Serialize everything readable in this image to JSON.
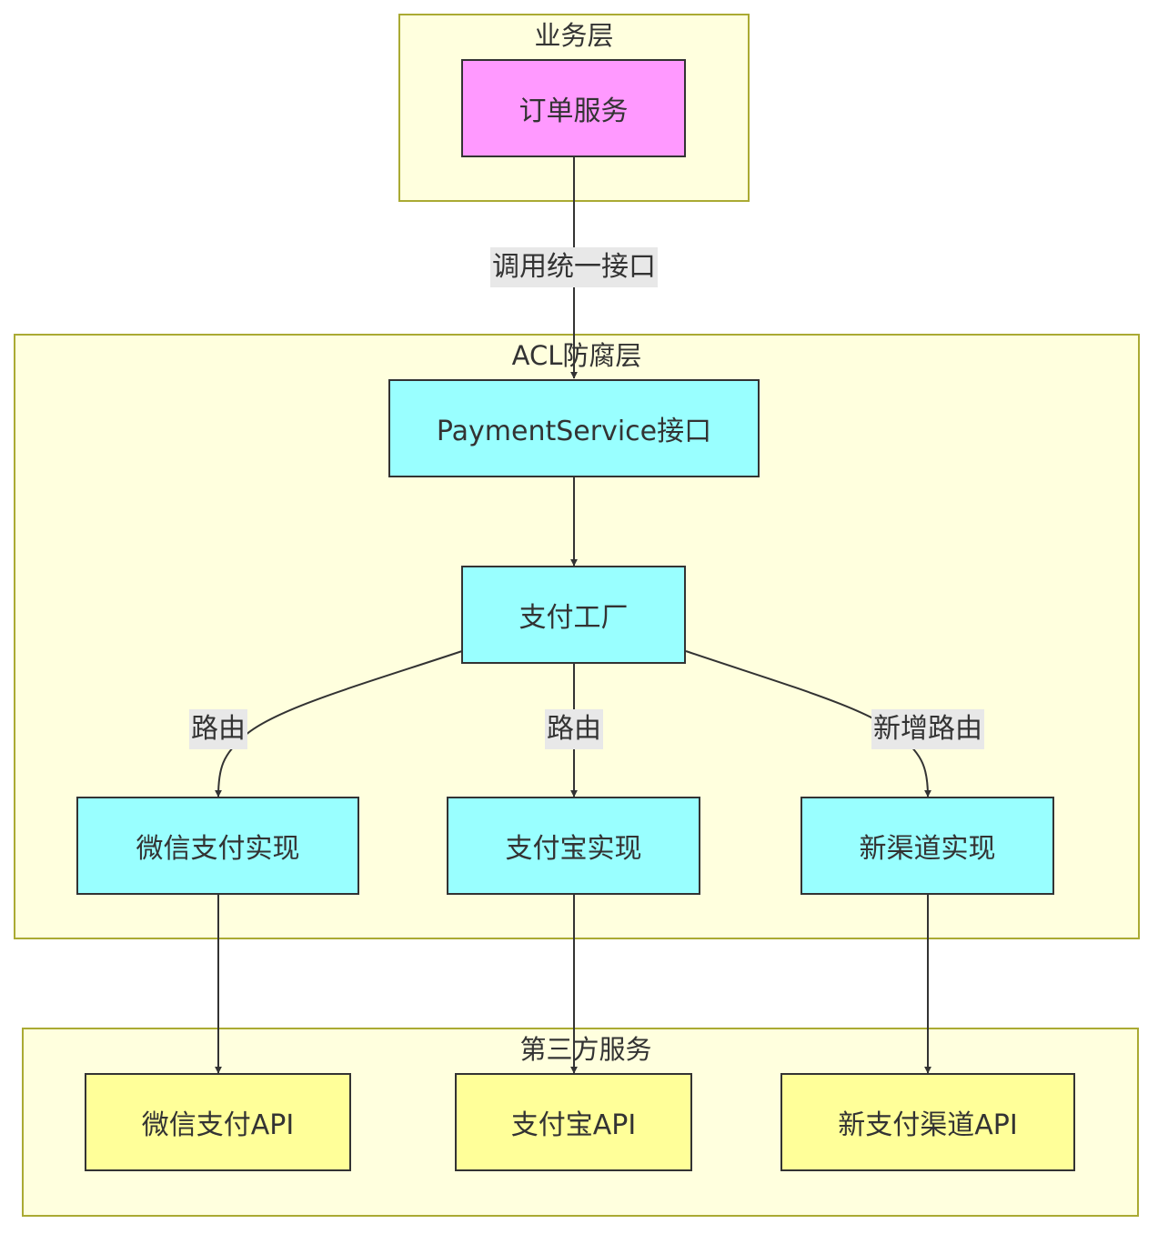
{
  "clusters": {
    "business": {
      "title": "业务层"
    },
    "acl": {
      "title": "ACL防腐层"
    },
    "third_party": {
      "title": "第三方服务"
    }
  },
  "nodes": {
    "order_service": "订单服务",
    "payment_interface": "PaymentService接口",
    "payment_factory": "支付工厂",
    "wechat_impl": "微信支付实现",
    "alipay_impl": "支付宝实现",
    "new_channel_impl": "新渠道实现",
    "wechat_api": "微信支付API",
    "alipay_api": "支付宝API",
    "new_channel_api": "新支付渠道API"
  },
  "edge_labels": {
    "call_unified": "调用统一接口",
    "route_wechat": "路由",
    "route_alipay": "路由",
    "route_new": "新增路由"
  },
  "colors": {
    "cluster_fill": "#ffffde",
    "cluster_border": "#aaaa33",
    "business_node": "#ff99ff",
    "acl_node": "#99ffff",
    "third_party_node": "#ffff99",
    "edge": "#333333",
    "edge_label_bg": "#e8e8e8"
  }
}
